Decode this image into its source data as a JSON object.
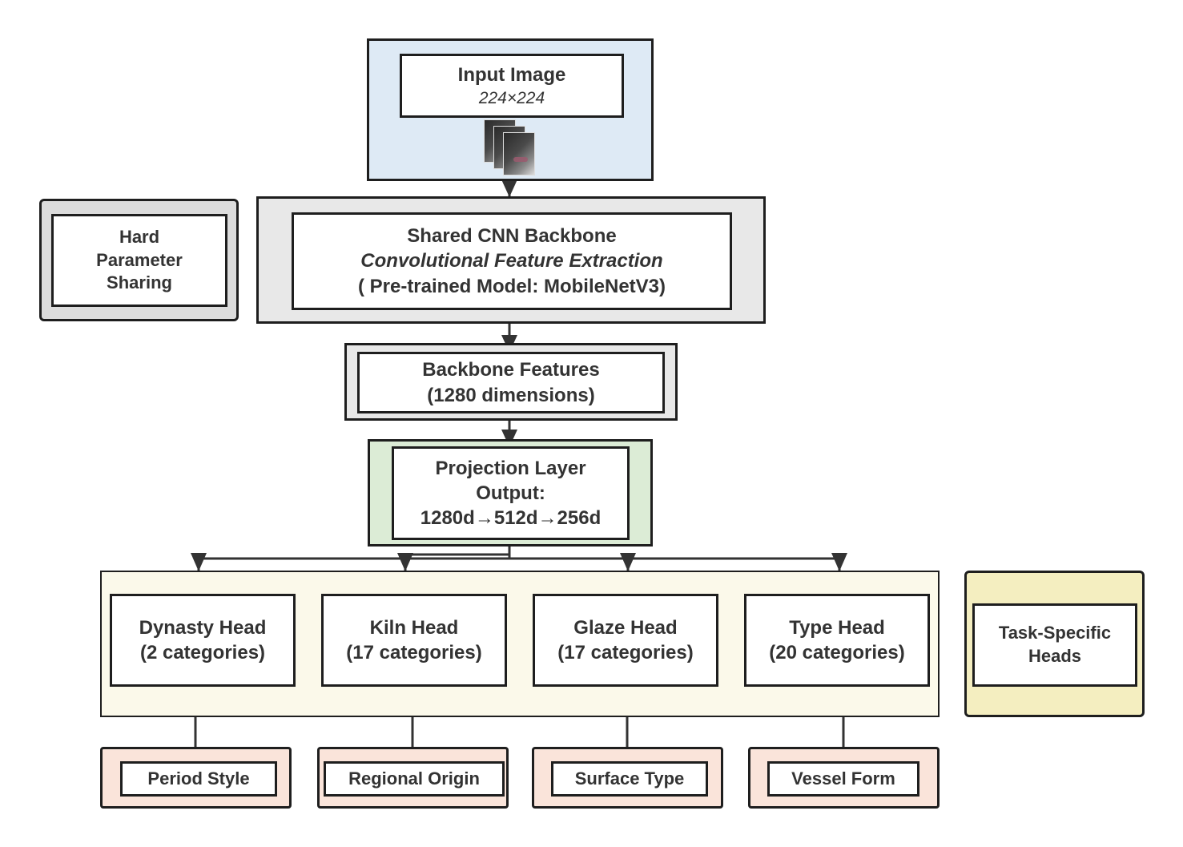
{
  "input": {
    "title": "Input Image",
    "size": "224×224"
  },
  "backbone": {
    "title": "Shared CNN Backbone",
    "subtitle": "Convolutional Feature Extraction",
    "model": "( Pre-trained Model: MobileNetV3)"
  },
  "hard_sharing": {
    "lines": [
      "Hard",
      "Parameter",
      "Sharing"
    ]
  },
  "features": {
    "title": "Backbone Features",
    "dims": "(1280 dimensions)"
  },
  "projection": {
    "title": "Projection Layer",
    "line2": "Output:",
    "line3": "1280d→512d→256d"
  },
  "heads": [
    {
      "name": "Dynasty Head",
      "count": "(2 categories)"
    },
    {
      "name": "Kiln Head",
      "count": "(17 categories)"
    },
    {
      "name": "Glaze Head",
      "count": "(17 categories)"
    },
    {
      "name": "Type Head",
      "count": "(20 categories)"
    }
  ],
  "task_specific": {
    "lines": [
      "Task-Specific",
      "Heads"
    ]
  },
  "attributes": [
    "Period Style",
    "Regional Origin",
    "Surface Type",
    "Vessel Form"
  ],
  "colors": {
    "input_bg": "#deeaf5",
    "backbone_bg": "#e8e8e8",
    "features_bg": "#e8e8e8",
    "projection_bg": "#dcecd6",
    "heads_bg": "#fbf9ea",
    "task_bg": "#f4eec0",
    "attribute_bg": "#fae4da"
  }
}
